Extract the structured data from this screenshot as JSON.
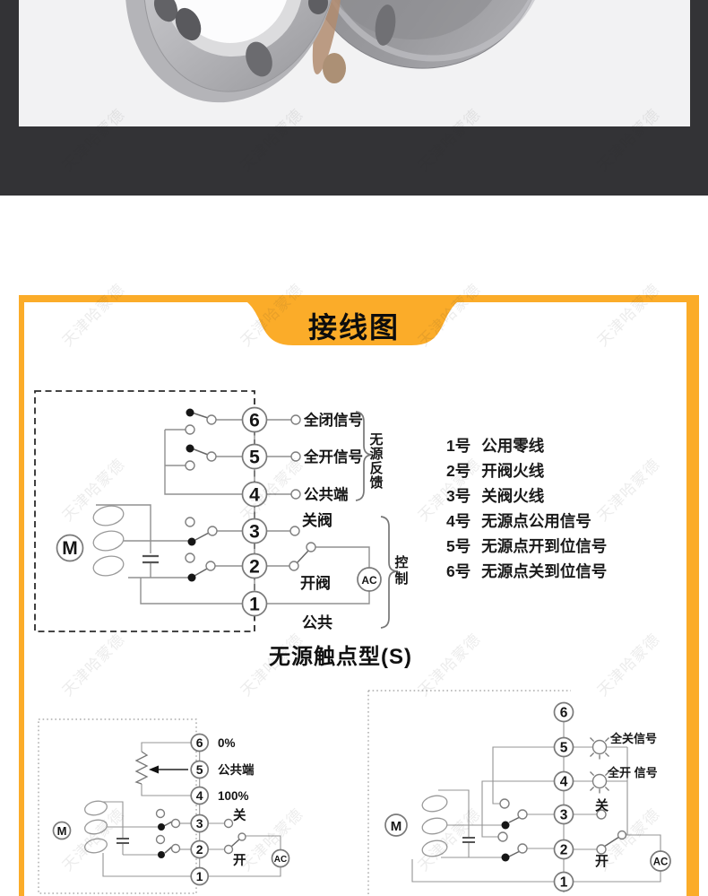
{
  "watermark": {
    "text": "天津哈蒙德"
  },
  "colors": {
    "accent": "#FBAC29",
    "band_dark": "#333336",
    "photo_bg": "#F2F2F3",
    "wire_gray": "#909090"
  },
  "banner": {
    "title": "接线图"
  },
  "main_diagram": {
    "terminals": [
      "6",
      "5",
      "4",
      "3",
      "2",
      "1"
    ],
    "label_t6": "全闭信号",
    "label_t5": "全开信号",
    "label_t4": "公共端",
    "label_t3": "关阀",
    "label_t2": "开阀",
    "label_t1": "公共",
    "ac": "AC",
    "motor": "M",
    "feedback_chars": [
      "无",
      "源",
      "反",
      "馈"
    ],
    "control_chars": [
      "控",
      "制"
    ],
    "caption": "无源触点型(S)"
  },
  "legend": {
    "items": [
      {
        "num": "1号",
        "desc": "公用零线"
      },
      {
        "num": "2号",
        "desc": "开阀火线"
      },
      {
        "num": "3号",
        "desc": "关阀火线"
      },
      {
        "num": "4号",
        "desc": "无源点公用信号"
      },
      {
        "num": "5号",
        "desc": "无源点开到位信号"
      },
      {
        "num": "6号",
        "desc": "无源点关到位信号"
      }
    ]
  },
  "percent_diagram": {
    "terminals": [
      "6",
      "5",
      "4",
      "3",
      "2",
      "1"
    ],
    "label_t6": "0%",
    "label_t5": "公共端",
    "label_t4": "100%",
    "label_t3": "关",
    "label_t2": "开",
    "ac": "AC",
    "motor": "M"
  },
  "lamp_diagram": {
    "terminals": [
      "6",
      "5",
      "4",
      "3",
      "2",
      "1"
    ],
    "label_t5": "全关信号",
    "label_t4": "全开 信号",
    "label_t3": "关",
    "label_t2": "开",
    "ac": "AC",
    "motor": "M"
  }
}
